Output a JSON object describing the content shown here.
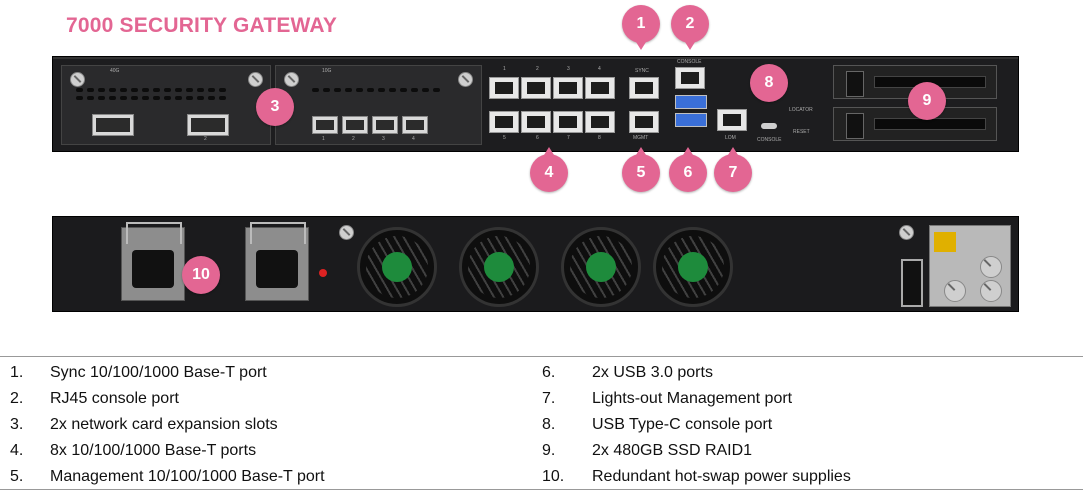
{
  "title": "7000 SECURITY GATEWAY",
  "front_labels": {
    "bay1": "40G",
    "bay2": "10G",
    "sync": "SYNC",
    "console": "CONSOLE",
    "mgmt": "MGMT",
    "lom": "LOM",
    "console2": "CONSOLE",
    "locator": "LOCATOR",
    "reset": "RESET",
    "port_top": [
      "1",
      "2",
      "3",
      "4"
    ],
    "port_bottom": [
      "5",
      "6",
      "7",
      "8"
    ],
    "sfp_nums": [
      "1",
      "2",
      "3",
      "4"
    ],
    "bay1_num": "2"
  },
  "callouts": [
    "1",
    "2",
    "3",
    "4",
    "5",
    "6",
    "7",
    "8",
    "9",
    "10"
  ],
  "legend": [
    {
      "num": "1.",
      "text": "Sync 10/100/1000 Base-T port"
    },
    {
      "num": "2.",
      "text": "RJ45 console port"
    },
    {
      "num": "3.",
      "text": "2x network card expansion slots"
    },
    {
      "num": "4.",
      "text": "8x 10/100/1000 Base-T ports"
    },
    {
      "num": "5.",
      "text": "Management 10/100/1000 Base-T port"
    },
    {
      "num": "6.",
      "text": "2x USB 3.0 ports"
    },
    {
      "num": "7.",
      "text": "Lights-out Management port"
    },
    {
      "num": "8.",
      "text": "USB Type-C console port"
    },
    {
      "num": "9.",
      "text": "2x 480GB SSD RAID1"
    },
    {
      "num": "10.",
      "text": "Redundant hot-swap power supplies"
    }
  ],
  "colors": {
    "accent": "#e36693",
    "chassis": "#1d1d1f",
    "usb": "#3a6fd8",
    "fan_hub": "#1e8b3c"
  }
}
